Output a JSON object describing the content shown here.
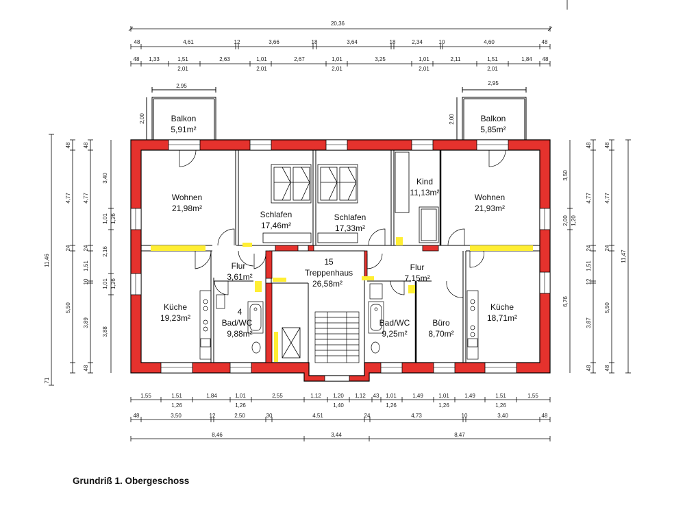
{
  "caption": "Grundriß 1. Obergeschoss",
  "colors": {
    "wall": "#e5322d",
    "highlight": "#ffee33",
    "line": "#000000"
  },
  "rooms": {
    "balkon_left": {
      "name": "Balkon",
      "area": "5,91m²"
    },
    "balkon_right": {
      "name": "Balkon",
      "area": "5,85m²"
    },
    "wohnen_left": {
      "name": "Wohnen",
      "area": "21,98m²"
    },
    "schlafen_left": {
      "name": "Schlafen",
      "area": "17,46m²"
    },
    "schlafen_right": {
      "name": "Schlafen",
      "area": "17,33m²"
    },
    "kind": {
      "name": "Kind",
      "area": "11,13m²"
    },
    "wohnen_right": {
      "name": "Wohnen",
      "area": "21,93m²"
    },
    "flur_left": {
      "name": "Flur",
      "area": "3,61m²"
    },
    "treppenhaus": {
      "number": "15",
      "name": "Treppenhaus",
      "area": "26,58m²"
    },
    "flur_right": {
      "name": "Flur",
      "area": "7,15m²"
    },
    "kueche_left": {
      "name": "Küche",
      "area": "19,23m²"
    },
    "bad_left": {
      "number": "4",
      "name": "Bad/WC",
      "area": "9,88m²"
    },
    "bad_right": {
      "name": "Bad/WC",
      "area": "9,25m²"
    },
    "buero": {
      "name": "Büro",
      "area": "8,70m²"
    },
    "kueche_right": {
      "name": "Küche",
      "area": "18,71m²"
    }
  },
  "dimensions": {
    "top_total": "20,36",
    "top_row2": [
      "48",
      "4,61",
      "12",
      "3,66",
      "18",
      "3,64",
      "18",
      "2,34",
      "10",
      "4,60",
      "48"
    ],
    "top_row3": [
      "48",
      "1,33",
      "1,51",
      "2,63",
      "1,01",
      "2,67",
      "1,01",
      "3,25",
      "1,01",
      "2,11",
      "1,51",
      "1,84",
      "48"
    ],
    "top_row3_sub": [
      "2,01",
      "2,01",
      "2,01",
      "2,01",
      "2,01"
    ],
    "balkon_width_left": "2,95",
    "balkon_width_right": "2,95",
    "balkon_depth_left": "2,00",
    "balkon_depth_right": "2,00",
    "left_total": "11,46",
    "left_col1": [
      "48",
      "4,77",
      "24",
      "5,50",
      "71"
    ],
    "left_col2": [
      "48",
      "4,77",
      "24",
      "1,51",
      "10",
      "3,89",
      "48"
    ],
    "left_col3": [
      "3,40",
      "1,01",
      "1,26",
      "2,16",
      "1,01",
      "1,26",
      "3,88"
    ],
    "right_total": "11,47",
    "right_col1": [
      "48",
      "4,77",
      "24",
      "5,50",
      "48"
    ],
    "right_col2": [
      "48",
      "4,77",
      "24",
      "1,51",
      "12",
      "3,87",
      "48"
    ],
    "right_col3": [
      "3,50",
      "2,00",
      "1,20",
      "6,76"
    ],
    "bottom_row1": [
      "1,55",
      "1,51",
      "1,84",
      "1,01",
      "2,55",
      "1,12",
      "1,20",
      "1,12",
      "43",
      "1,01",
      "1,49",
      "1,01",
      "1,49",
      "1,51",
      "1,55"
    ],
    "bottom_row1_sub": [
      "1,26",
      "1,26",
      "1,40",
      "1,26",
      "1,26",
      "1,26"
    ],
    "bottom_row2": [
      "48",
      "3,50",
      "12",
      "2,50",
      "30",
      "4,51",
      "24",
      "4,73",
      "10",
      "3,40",
      "48"
    ],
    "bottom_row3": [
      "8,46",
      "3,44",
      "8,47"
    ]
  }
}
